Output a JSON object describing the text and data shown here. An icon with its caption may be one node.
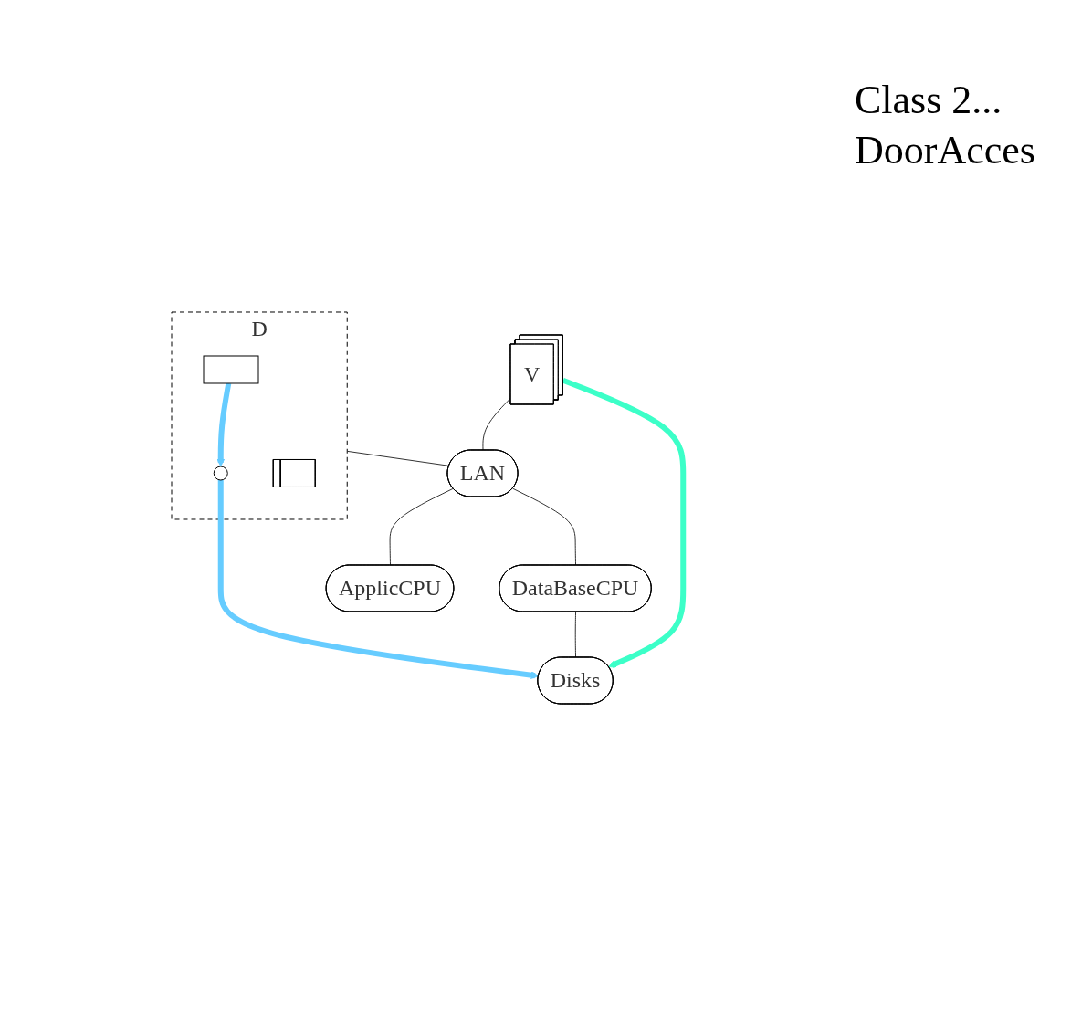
{
  "diagram": {
    "nodes": [
      {
        "text": [
          "V"
        ]
      },
      {
        "text": [
          "D"
        ]
      },
      {
        "text": [],
        "shape": "box",
        "in": 1
      },
      {
        "text": [],
        "shape": "circle",
        "in": 1
      },
      {
        "text": [],
        "shape": "bar",
        "in": 1
      },
      {
        "text": [
          "LAN"
        ]
      },
      {
        "text": [
          "ApplicCPU"
        ]
      },
      {
        "text": [
          "DataBaseCPU"
        ]
      },
      {
        "text": [
          "Disks"
        ]
      }
    ],
    "edges": [
      {
        "from": 0,
        "to": 5,
        "arrow": "none"
      },
      {
        "from": 1,
        "to": 5,
        "arrow": "none"
      },
      {
        "from": 5,
        "to": 6,
        "arrow": "none"
      },
      {
        "from": 5,
        "to": 7,
        "arrow": "none"
      },
      {
        "from": 7,
        "to": 8,
        "arrow": "none"
      },
      {
        "from": 0,
        "to": 8,
        "arrow": "to",
        "style": "thick",
        "color": "#3cffc8"
      },
      {
        "from": 2,
        "to": 3,
        "arrow": "to",
        "style": "thick",
        "color": "#66ccff"
      },
      {
        "from": 3,
        "to": 8,
        "arrow": "to",
        "style": "thick",
        "color": "#66ccff"
      }
    ],
    "labels": [
      "Class 2...",
      "DoorAcces"
    ]
  }
}
